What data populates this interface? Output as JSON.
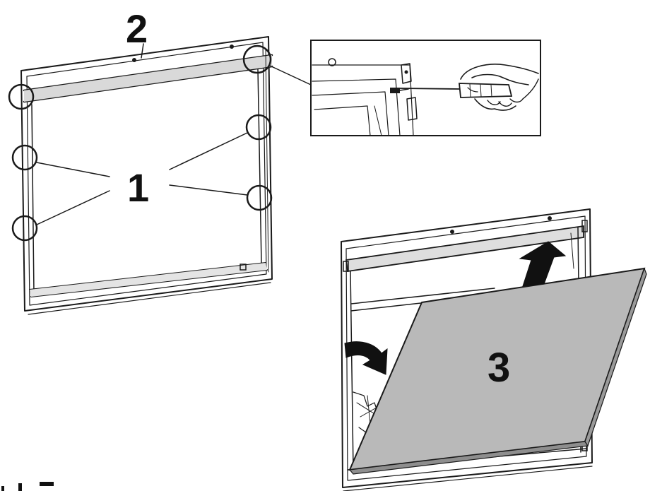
{
  "figure": {
    "callouts": {
      "hinges": "1",
      "top_trim": "2",
      "glass_panel": "3"
    },
    "colors": {
      "line": "#1a1a1a",
      "glass": "#b9b9b9",
      "glass_edge": "#8e8e8e",
      "arrow": "#111111",
      "background": "#ffffff"
    },
    "icons": [
      "screwdriver-icon",
      "hand-icon",
      "lift-arrow-icon",
      "rotate-arrow-icon"
    ]
  }
}
